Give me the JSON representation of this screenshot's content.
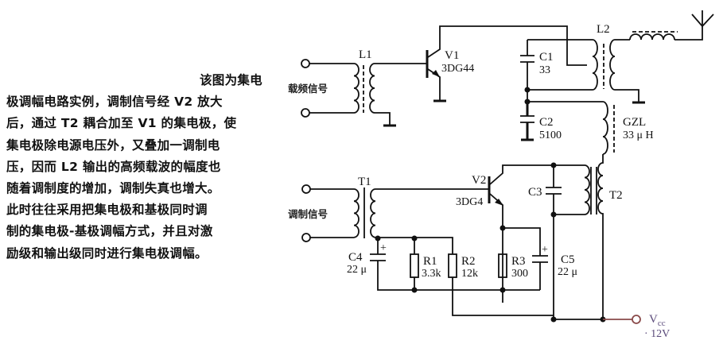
{
  "description": {
    "lines": [
      "该图为集电",
      "极调幅电路实例，调制信号经 V2 放大",
      "后，通过 T2 耦合加至 V1 的集电极，使",
      "集电极除电源电压外，又叠加一调制电",
      "压，因而 L2 输出的高频载波的幅度也",
      "随着调制度的增加，调制失真也增大。",
      "此时往往采用把集电极和基极同时调",
      "制的集电极-基极调幅方式，并且对激",
      "励级和输出级同时进行集电极调幅。"
    ]
  },
  "circuit": {
    "inputs": {
      "carrier_label": "载频信号",
      "modulation_label": "调制信号"
    },
    "components": {
      "L1": {
        "name": "L1"
      },
      "V1": {
        "name": "V1",
        "model": "3DG44"
      },
      "C1": {
        "name": "C1",
        "value": "33"
      },
      "C2": {
        "name": "C2",
        "value": "5100"
      },
      "L2": {
        "name": "L2"
      },
      "GZL": {
        "name": "GZL",
        "value": "33 μ H"
      },
      "T1": {
        "name": "T1"
      },
      "V2": {
        "name": "V2",
        "model": "3DG4"
      },
      "C3": {
        "name": "C3"
      },
      "T2": {
        "name": "T2"
      },
      "C4": {
        "name": "C4",
        "value": "22 μ"
      },
      "R1": {
        "name": "R1",
        "value": "3.3k"
      },
      "R2": {
        "name": "R2",
        "value": "12k"
      },
      "R3": {
        "name": "R3",
        "value": "300"
      },
      "C5": {
        "name": "C5",
        "value": "22 μ"
      }
    },
    "supply": {
      "name": "V",
      "subscript": "cc",
      "value": "· 12V"
    },
    "polarity_mark": "+"
  }
}
